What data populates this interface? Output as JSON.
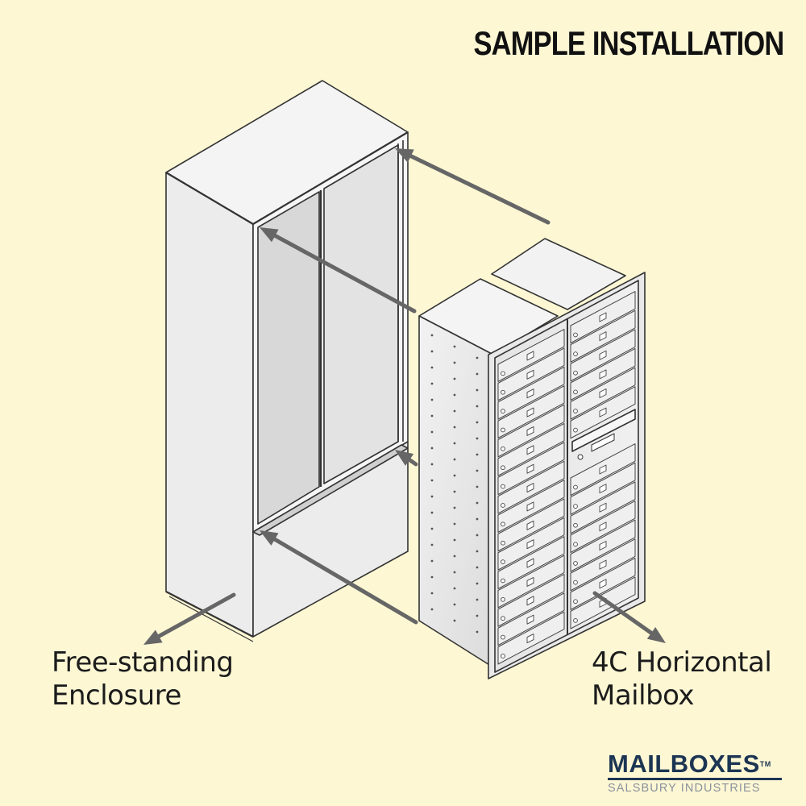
{
  "heading": "SAMPLE INSTALLATION",
  "labels": {
    "enclosure": [
      "Free-standing",
      "Enclosure"
    ],
    "mailbox": [
      "4C Horizontal",
      "Mailbox"
    ]
  },
  "brand": {
    "name": "MAILBOXES",
    "trademark": "TM",
    "tagline": "SALSBURY INDUSTRIES"
  },
  "mailbox_panel": {
    "door_columns": 2,
    "door_rows": 16
  },
  "colors": {
    "background": "#fdf7d4",
    "brand_navy": "#1c3553",
    "arrow": "#666666",
    "line": "#333333"
  }
}
